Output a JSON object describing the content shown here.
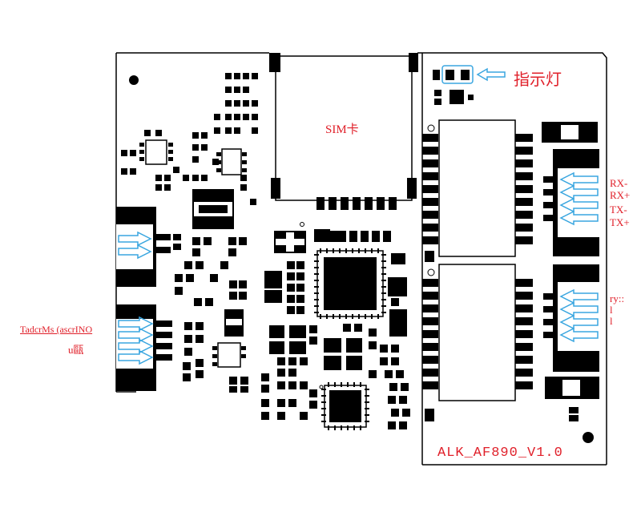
{
  "labels": {
    "sim": "SIM卡",
    "indicator": "指示灯",
    "model": "ALK_AF890_V1.0",
    "rx_minus": "RX-",
    "rx_plus": "RX+",
    "tx_minus": "TX-",
    "tx_plus": "TX+",
    "left_note_line1": "TadcrMs (ascrINO",
    "left_note_line2": "u甌",
    "right_partial": "ry::\nl\nl"
  },
  "colors": {
    "outline": "#000000",
    "arrow": "#3aa6e0",
    "label": "#e0202a",
    "board": "#ffffff"
  }
}
